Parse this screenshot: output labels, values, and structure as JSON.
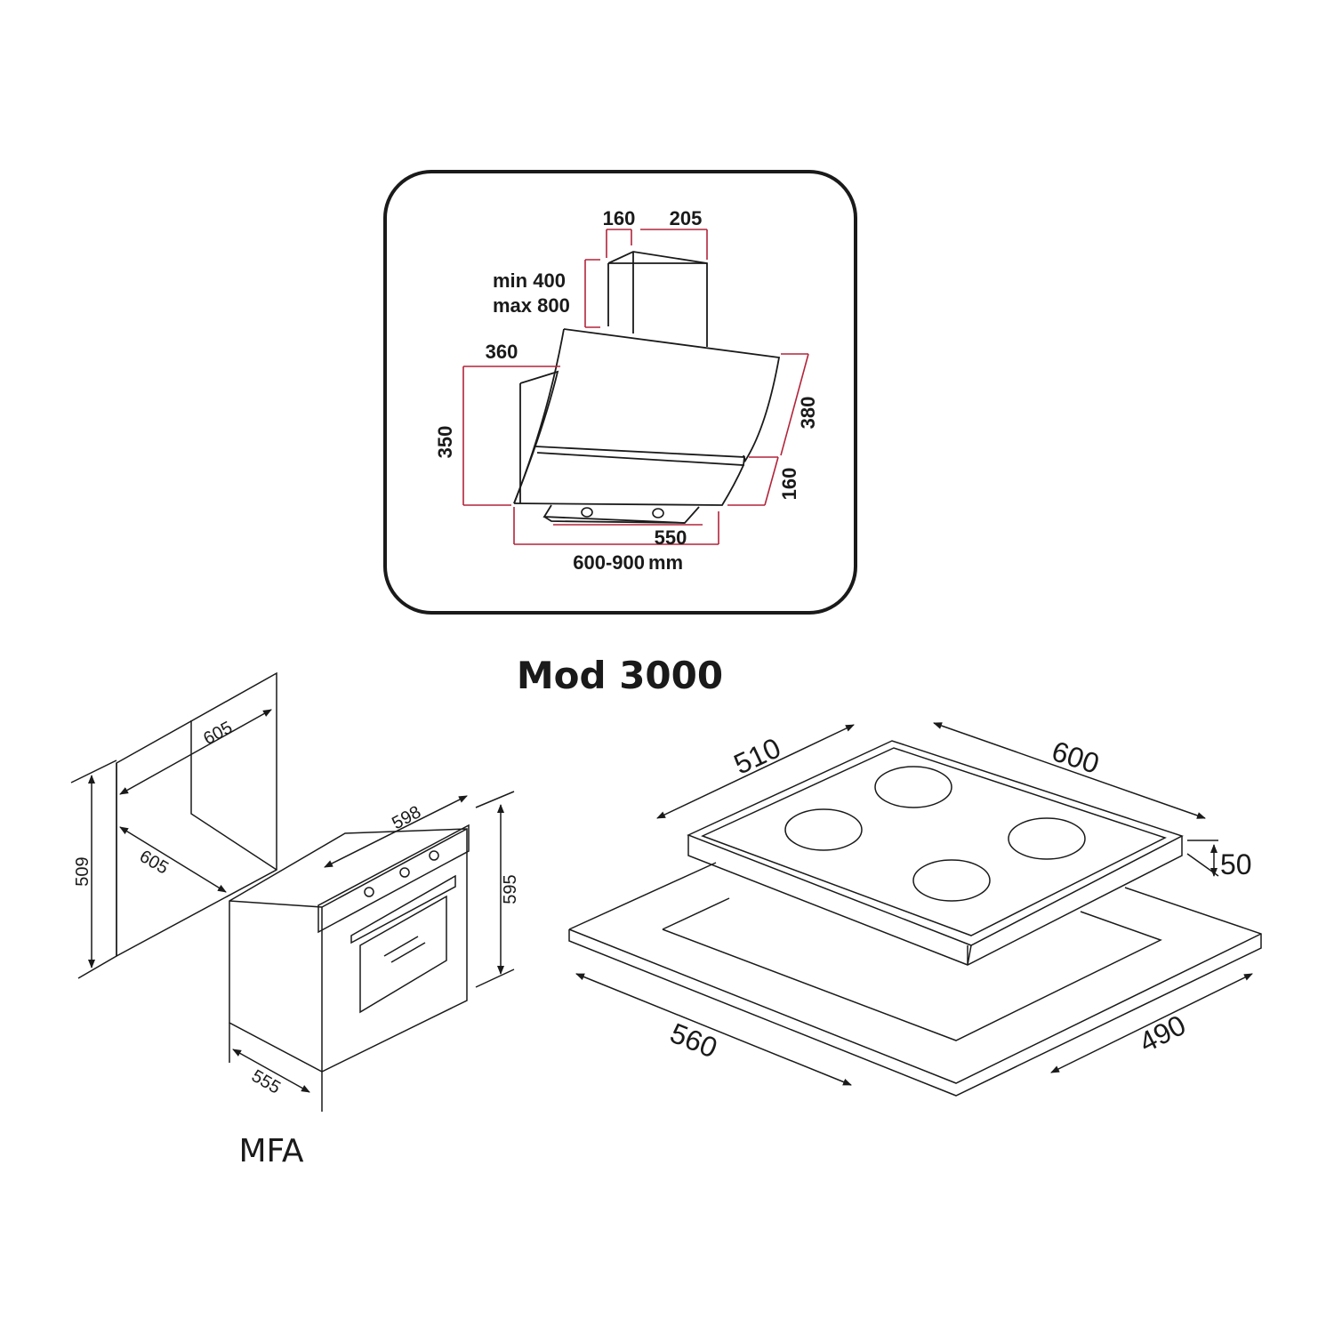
{
  "hood": {
    "dim_chimney_depth": "160",
    "dim_chimney_width": "205",
    "dim_chimney_height_min": "min 400",
    "dim_chimney_height_max": "max 800",
    "dim_canopy_depth": "360",
    "dim_canopy_height": "350",
    "dim_glass_slant": "380",
    "dim_lower_slant": "160",
    "dim_bottom_width": "550",
    "dim_total_width": "600-900",
    "unit": "mm"
  },
  "title": "Mod 3000",
  "oven": {
    "niche_width": "605",
    "niche_depth": "605",
    "niche_height": "509",
    "oven_width": "598",
    "oven_height": "595",
    "oven_depth": "555",
    "label": "MFA"
  },
  "hob": {
    "depth": "510",
    "width": "600",
    "height": "50",
    "cutout_width": "560",
    "cutout_depth": "490"
  },
  "colors": {
    "line": "#1a1a1a",
    "dimension_red": "#b3243a",
    "background": "#ffffff"
  }
}
